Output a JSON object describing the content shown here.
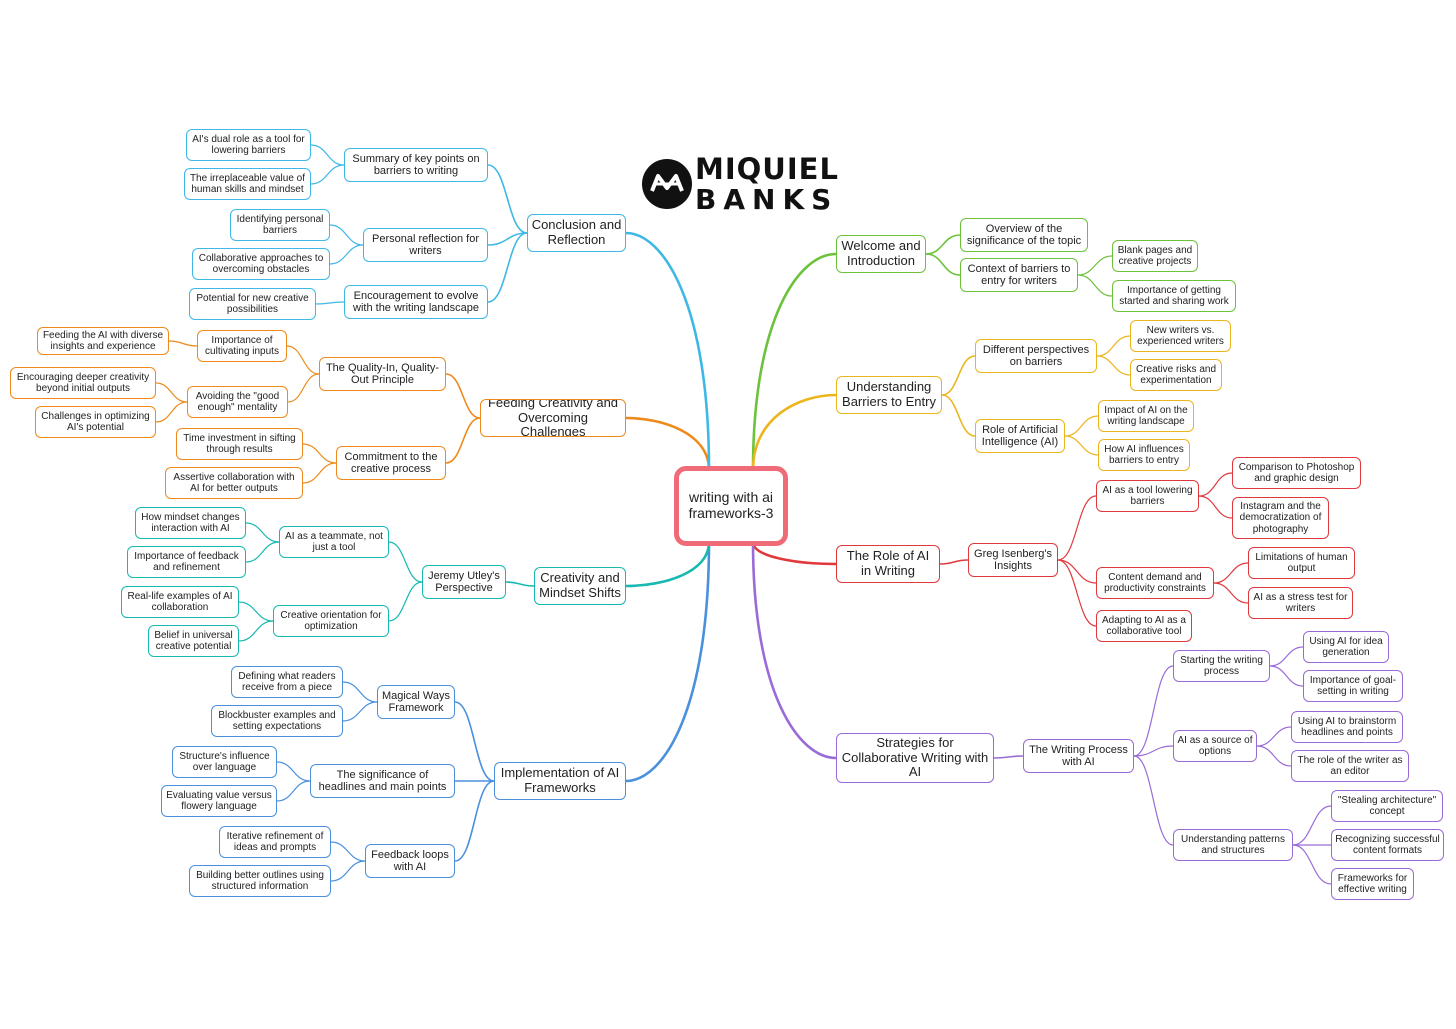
{
  "logo": {
    "line1": "MIQUIEL",
    "line2": "BANKS",
    "icon": "mb-monogram-icon"
  },
  "root": {
    "label": "writing with ai frameworks-3",
    "color": "#ef6b77"
  },
  "branches": [
    {
      "label": "Welcome and Introduction",
      "color": "#6cc23a",
      "children": [
        {
          "label": "Overview of the significance of the topic",
          "children": []
        },
        {
          "label": "Context of barriers to entry for writers",
          "children": [
            {
              "label": "Blank pages and creative projects"
            },
            {
              "label": "Importance of getting started and sharing work"
            }
          ]
        }
      ]
    },
    {
      "label": "Understanding Barriers to Entry",
      "color": "#ecb51e",
      "children": [
        {
          "label": "Different perspectives on barriers",
          "children": [
            {
              "label": "New writers vs. experienced writers"
            },
            {
              "label": "Creative risks and experimentation"
            }
          ]
        },
        {
          "label": "Role of Artificial Intelligence (AI)",
          "children": [
            {
              "label": "Impact of AI on the writing landscape"
            },
            {
              "label": "How AI influences barriers to entry"
            }
          ]
        }
      ]
    },
    {
      "label": "The Role of AI in Writing",
      "color": "#e0383d",
      "children": [
        {
          "label": "Greg Isenberg's Insights",
          "children": [
            {
              "label": "AI as a tool lowering barriers",
              "children": [
                {
                  "label": "Comparison to Photoshop and graphic design"
                },
                {
                  "label": "Instagram and the democratization of photography"
                }
              ]
            },
            {
              "label": "Content demand and productivity constraints",
              "children": [
                {
                  "label": "Limitations of human output"
                },
                {
                  "label": "AI as a stress test for writers"
                }
              ]
            },
            {
              "label": "Adapting to AI as a collaborative tool",
              "children": []
            }
          ]
        }
      ]
    },
    {
      "label": "Strategies for Collaborative Writing with AI",
      "color": "#9a6bd8",
      "children": [
        {
          "label": "The Writing Process with AI",
          "children": [
            {
              "label": "Starting the writing process",
              "children": [
                {
                  "label": "Using AI for idea generation"
                },
                {
                  "label": "Importance of goal-setting in writing"
                }
              ]
            },
            {
              "label": "AI as a source of options",
              "children": [
                {
                  "label": "Using AI to brainstorm headlines and points"
                },
                {
                  "label": "The role of the writer as an editor"
                }
              ]
            },
            {
              "label": "Understanding patterns and structures",
              "children": [
                {
                  "label": "\"Stealing architecture\" concept"
                },
                {
                  "label": "Recognizing successful content formats"
                },
                {
                  "label": "Frameworks for effective writing"
                }
              ]
            }
          ]
        }
      ]
    },
    {
      "label": "Implementation of AI Frameworks",
      "color": "#4a90dd",
      "children": [
        {
          "label": "Magical Ways Framework",
          "children": [
            {
              "label": "Defining what readers receive from a piece"
            },
            {
              "label": "Blockbuster examples and setting expectations"
            }
          ]
        },
        {
          "label": "The significance of headlines and main points",
          "children": [
            {
              "label": "Structure's influence over language"
            },
            {
              "label": "Evaluating value versus flowery language"
            }
          ]
        },
        {
          "label": "Feedback loops with AI",
          "children": [
            {
              "label": "Iterative refinement of ideas and prompts"
            },
            {
              "label": "Building better outlines using structured information"
            }
          ]
        }
      ]
    },
    {
      "label": "Creativity and Mindset Shifts",
      "color": "#17b9b0",
      "children": [
        {
          "label": "Jeremy Utley's Perspective",
          "children": [
            {
              "label": "AI as a teammate, not just a tool",
              "children": [
                {
                  "label": "How mindset changes interaction with AI"
                },
                {
                  "label": "Importance of feedback and refinement"
                }
              ]
            },
            {
              "label": "Creative orientation for optimization",
              "children": [
                {
                  "label": "Real-life examples of AI collaboration"
                },
                {
                  "label": "Belief in universal creative potential"
                }
              ]
            }
          ]
        }
      ]
    },
    {
      "label": "Feeding Creativity and Overcoming Challenges",
      "color": "#ee8a1a",
      "children": [
        {
          "label": "The Quality-In, Quality-Out Principle",
          "children": [
            {
              "label": "Importance of cultivating inputs",
              "children": [
                {
                  "label": "Feeding the AI with diverse insights and experience"
                }
              ]
            },
            {
              "label": "Avoiding the \"good enough\" mentality",
              "children": [
                {
                  "label": "Encouraging deeper creativity beyond initial outputs"
                },
                {
                  "label": "Challenges in optimizing AI's potential"
                }
              ]
            }
          ]
        },
        {
          "label": "Commitment to the creative process",
          "children": [
            {
              "label": "Time investment in sifting through results"
            },
            {
              "label": "Assertive collaboration with AI for better outputs"
            }
          ]
        }
      ]
    },
    {
      "label": "Conclusion and Reflection",
      "color": "#3fb8e6",
      "children": [
        {
          "label": "Summary of key points on barriers to writing",
          "children": [
            {
              "label": "AI's dual role as a tool for lowering barriers"
            },
            {
              "label": "The irreplaceable value of human skills and mindset"
            }
          ]
        },
        {
          "label": "Personal reflection for writers",
          "children": [
            {
              "label": "Identifying personal barriers"
            },
            {
              "label": "Collaborative approaches to overcoming obstacles"
            }
          ]
        },
        {
          "label": "Encouragement to evolve with the writing landscape",
          "children": [
            {
              "label": "Potential for new creative possibilities"
            }
          ]
        }
      ]
    }
  ]
}
